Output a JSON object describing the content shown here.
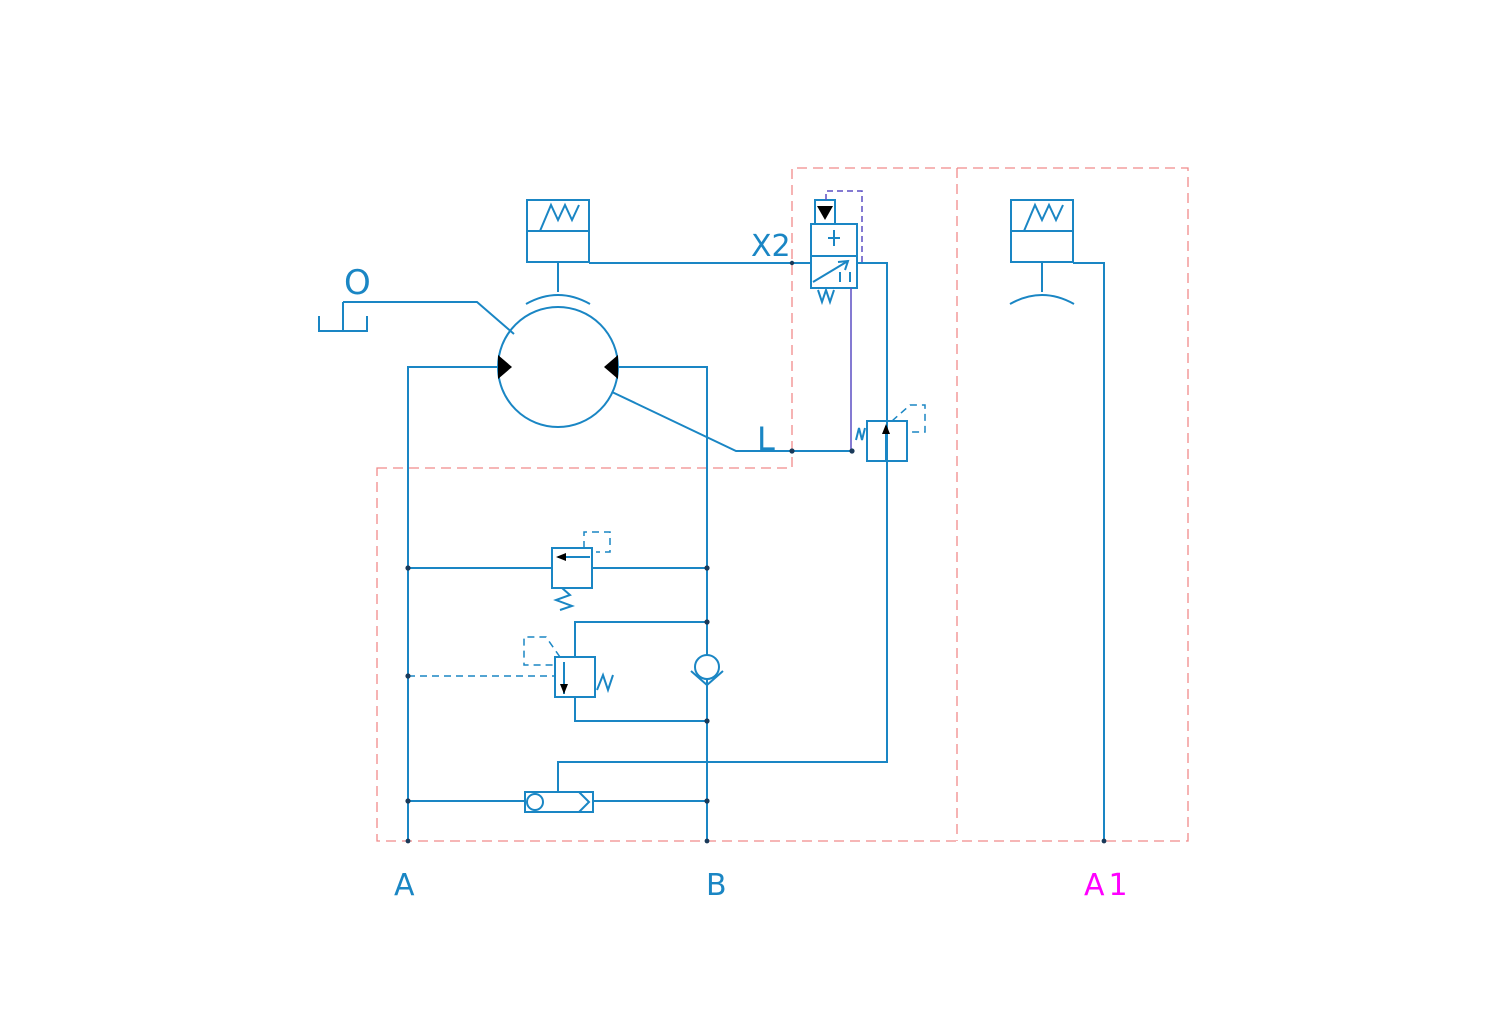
{
  "labels": {
    "drain_port": "O",
    "pilot_port": "X2",
    "leak_port": "L",
    "port_a": "A",
    "port_b": "B",
    "port_a1": "A1"
  },
  "colors": {
    "line": "#1a86c4",
    "frame": "#f08a8a",
    "pilot_line": "#5b4fc4",
    "a1_label": "#ff00ff",
    "junction": "#1a3a5a"
  },
  "icons": [
    "hydraulic-motor-icon",
    "brake-spring-icon",
    "solenoid-valve-icon",
    "relief-valve-icon",
    "check-valve-icon",
    "shuttle-valve-icon",
    "pressure-reducing-valve-icon"
  ]
}
